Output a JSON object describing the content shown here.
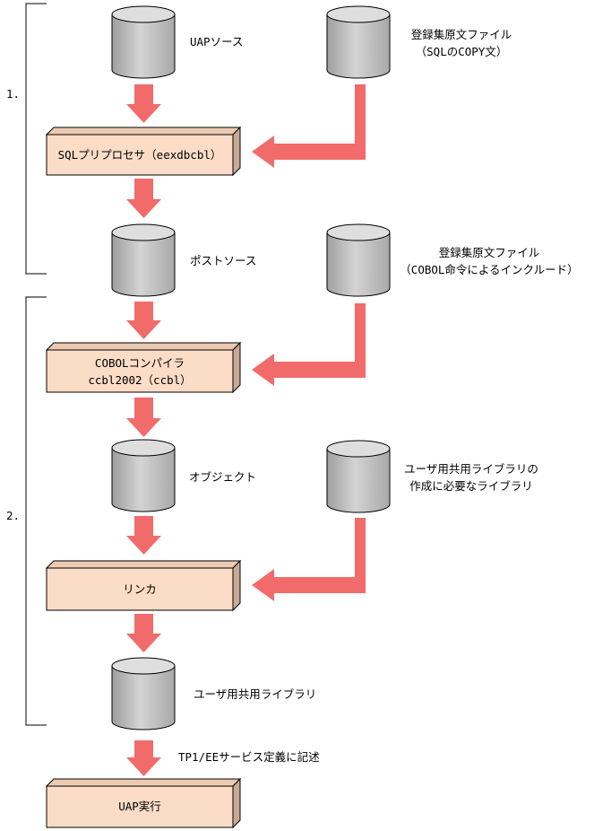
{
  "colors": {
    "arrow": "#f26b6b",
    "box_face": "#fbdcc6",
    "box_side": "#c9a995",
    "db_face": "#c4c4c4",
    "db_top": "#dedede"
  },
  "steps": {
    "step1": "1.",
    "step2": "2."
  },
  "databases": {
    "uap_source": "UAPソース",
    "copy_library": [
      "登録集原文ファイル",
      "（SQLのCOPY文）"
    ],
    "post_source": "ポストソース",
    "cobol_copy_library": [
      "登録集原文ファイル",
      "（COBOL命令によるインクルード）"
    ],
    "object": "オブジェクト",
    "shared_lib_deps": [
      "ユーザ用共用ライブラリの",
      "作成に必要なライブラリ"
    ],
    "user_shared_library": "ユーザ用共用ライブラリ"
  },
  "processes": {
    "sql_preprocessor": "SQLプリプロセサ（eexdbcbl）",
    "cobol_compiler": [
      "COBOLコンパイラ",
      "ccbl2002（ccbl）"
    ],
    "linker": "リンカ",
    "uap_run": "UAP実行"
  },
  "annotations": {
    "tp1_note": "TP1/EEサービス定義に記述"
  }
}
